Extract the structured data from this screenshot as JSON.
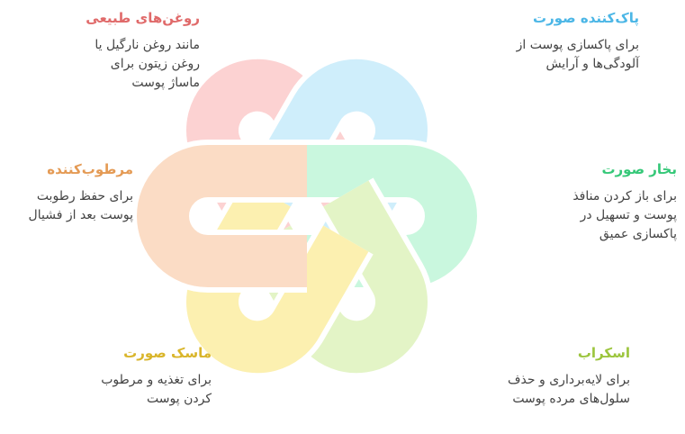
{
  "colors": {
    "oils": "#e06a6a",
    "clean": "#4bb6e6",
    "moist": "#e49a54",
    "steam": "#35c878",
    "mask": "#d9b52a",
    "scrub": "#9cc53d",
    "band_oils": "#fcd2d2",
    "band_clean": "#cfeefb",
    "band_moist": "#fbdcc5",
    "band_steam": "#c9f7de",
    "band_mask": "#fcf0b0",
    "band_scrub": "#e3f4c6"
  },
  "items": {
    "oils": {
      "title": "روغن‌های طبیعی",
      "desc": [
        "مانند روغن نارگیل یا",
        "روغن زیتون برای",
        "ماساژ پوست"
      ]
    },
    "clean": {
      "title": "پاک‌کننده صورت",
      "desc": [
        "برای پاکسازی پوست از",
        "آلودگی‌ها و آرایش"
      ]
    },
    "moist": {
      "title": "مرطوب‌کننده",
      "desc": [
        "برای حفظ رطوبت",
        "پوست بعد از فشیال"
      ]
    },
    "steam": {
      "title": "بخار صورت",
      "desc": [
        "برای باز کردن منافذ",
        "پوست و تسهیل در",
        "پاکسازی عمیق"
      ]
    },
    "mask": {
      "title": "ماسک صورت",
      "desc": [
        "برای تغذیه و مرطوب",
        "کردن پوست"
      ]
    },
    "scrub": {
      "title": "اسکراب",
      "desc": [
        "برای لایه‌برداری و حذف",
        "سلول‌های مرده پوست"
      ]
    }
  }
}
